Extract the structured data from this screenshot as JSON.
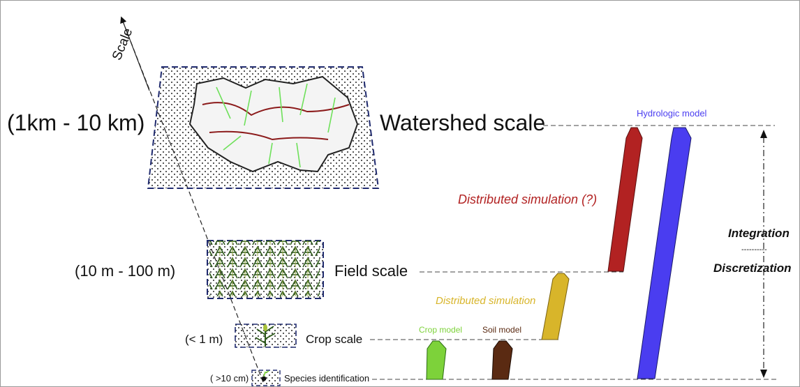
{
  "axis": {
    "label": "Scale"
  },
  "scales": {
    "watershed": {
      "range": "(1km - 10 km)",
      "name": "Watershed scale"
    },
    "field": {
      "range": "(10 m - 100 m)",
      "name": "Field scale"
    },
    "crop": {
      "range": "(< 1 m)",
      "name": "Crop scale"
    },
    "species": {
      "range": "( >10 cm)",
      "name": "Species identification"
    }
  },
  "models": {
    "hydrologic": {
      "label": "Hydrologic model",
      "color": "#4a3df0"
    },
    "distributed_q": {
      "label": "Distributed simulation (?)",
      "color": "#b22222"
    },
    "distributed": {
      "label": "Distributed simulation",
      "color": "#d8b52a"
    },
    "crop": {
      "label": "Crop model",
      "color": "#7dd23a"
    },
    "soil": {
      "label": "Soil model",
      "color": "#5a2a12"
    }
  },
  "integration": {
    "top": "Integration",
    "divider": "----------",
    "bottom": "Discretization"
  },
  "colors": {
    "river": "#8b1a1a",
    "streams": "#6ee05a",
    "frame_dash": "#1f2a6e"
  }
}
